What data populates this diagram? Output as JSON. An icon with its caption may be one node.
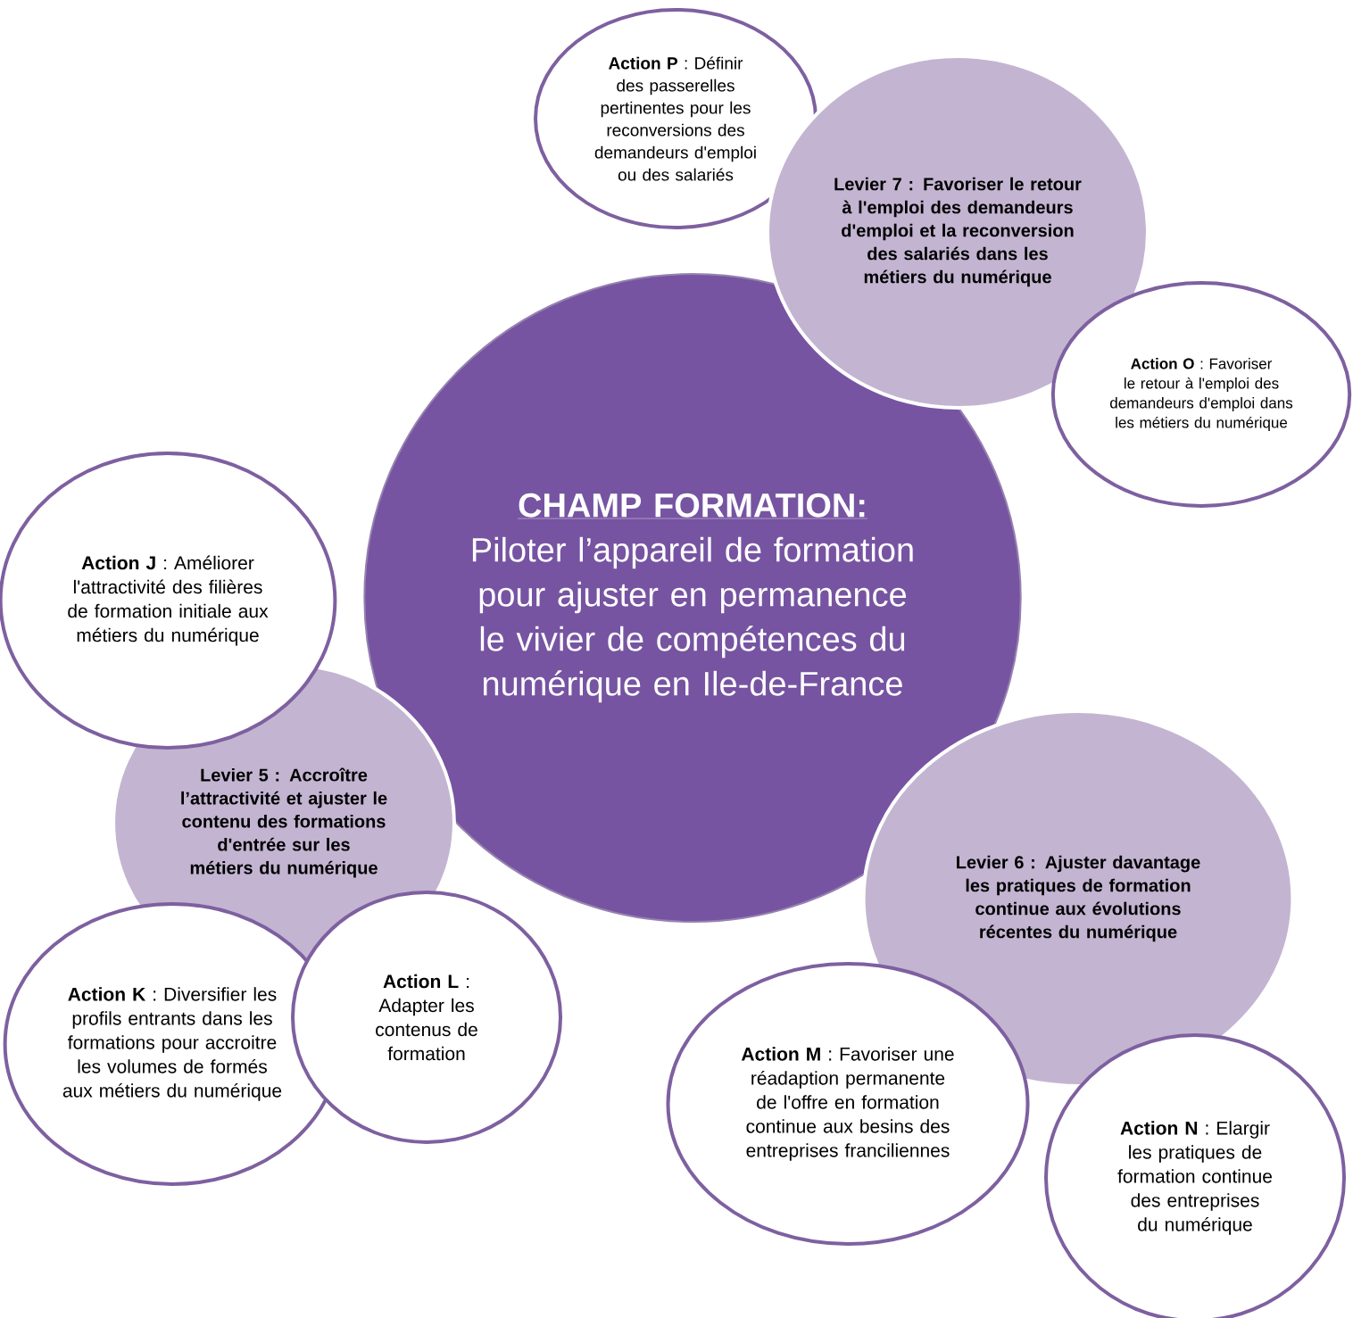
{
  "diagram": {
    "nodes": [
      {
        "text": [
          "CHAMP FORMATION:",
          "Piloter l’appareil de formation pour ajuster en permanence le vivier de compétences du numérique en Ile-de-France"
        ]
      },
      {
        "text": [
          "**Action P** : Définir des passerelles pertinentes pour les reconversions des demandeurs d'emploi ou des salariés"
        ]
      },
      {
        "text": [
          "Levier 7 : Favoriser le retour à l'emploi des demandeurs d'emploi et la reconversion des salariés dans les métiers du numérique"
        ]
      },
      {
        "text": [
          "**Action O** : Favoriser le retour à l'emploi des demandeurs d'emploi dans les métiers du numérique"
        ]
      },
      {
        "text": [
          "**Action J** : Améliorer l'attractivité des filières de formation initiale aux métiers du numérique"
        ]
      },
      {
        "text": [
          "Levier 5 : Accroître l’attractivité et ajuster le contenu des formations d'entrée sur les métiers du numérique"
        ]
      },
      {
        "text": [
          "Levier 6 : Ajuster davantage les pratiques de formation continue aux évolutions récentes du numérique"
        ]
      },
      {
        "text": [
          "**Action K** : Diversifier les profils entrants dans les formations pour accroitre les volumes de formés aux métiers du numérique"
        ]
      },
      {
        "text": [
          "**Action L** : Adapter les contenus de formation"
        ]
      },
      {
        "text": [
          "**Action M** : Favoriser une réadaption permanente de l'offre en formation continue aux besins des entreprises franciliennes"
        ]
      },
      {
        "text": [
          "**Action N** : Elargir les pratiques de formation continue des entreprises du numérique"
        ]
      }
    ]
  }
}
